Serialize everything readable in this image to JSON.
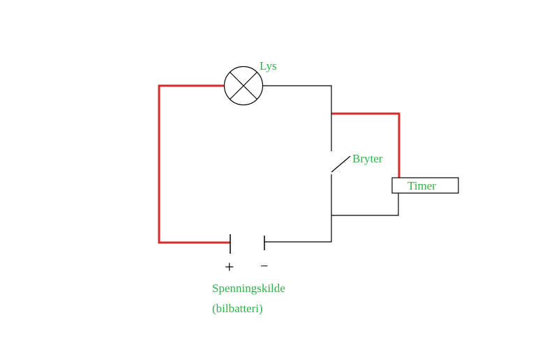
{
  "diagram": {
    "labels": {
      "lamp": "Lys",
      "switch": "Bryter",
      "timer": "Timer",
      "source_line1": "Spenningskilde",
      "source_line2": "(bilbatteri)",
      "plus": "+",
      "minus": "−"
    },
    "colors": {
      "highlight_wire": "#d42a2a",
      "wire": "#000000",
      "label": "#2fb34a"
    }
  }
}
